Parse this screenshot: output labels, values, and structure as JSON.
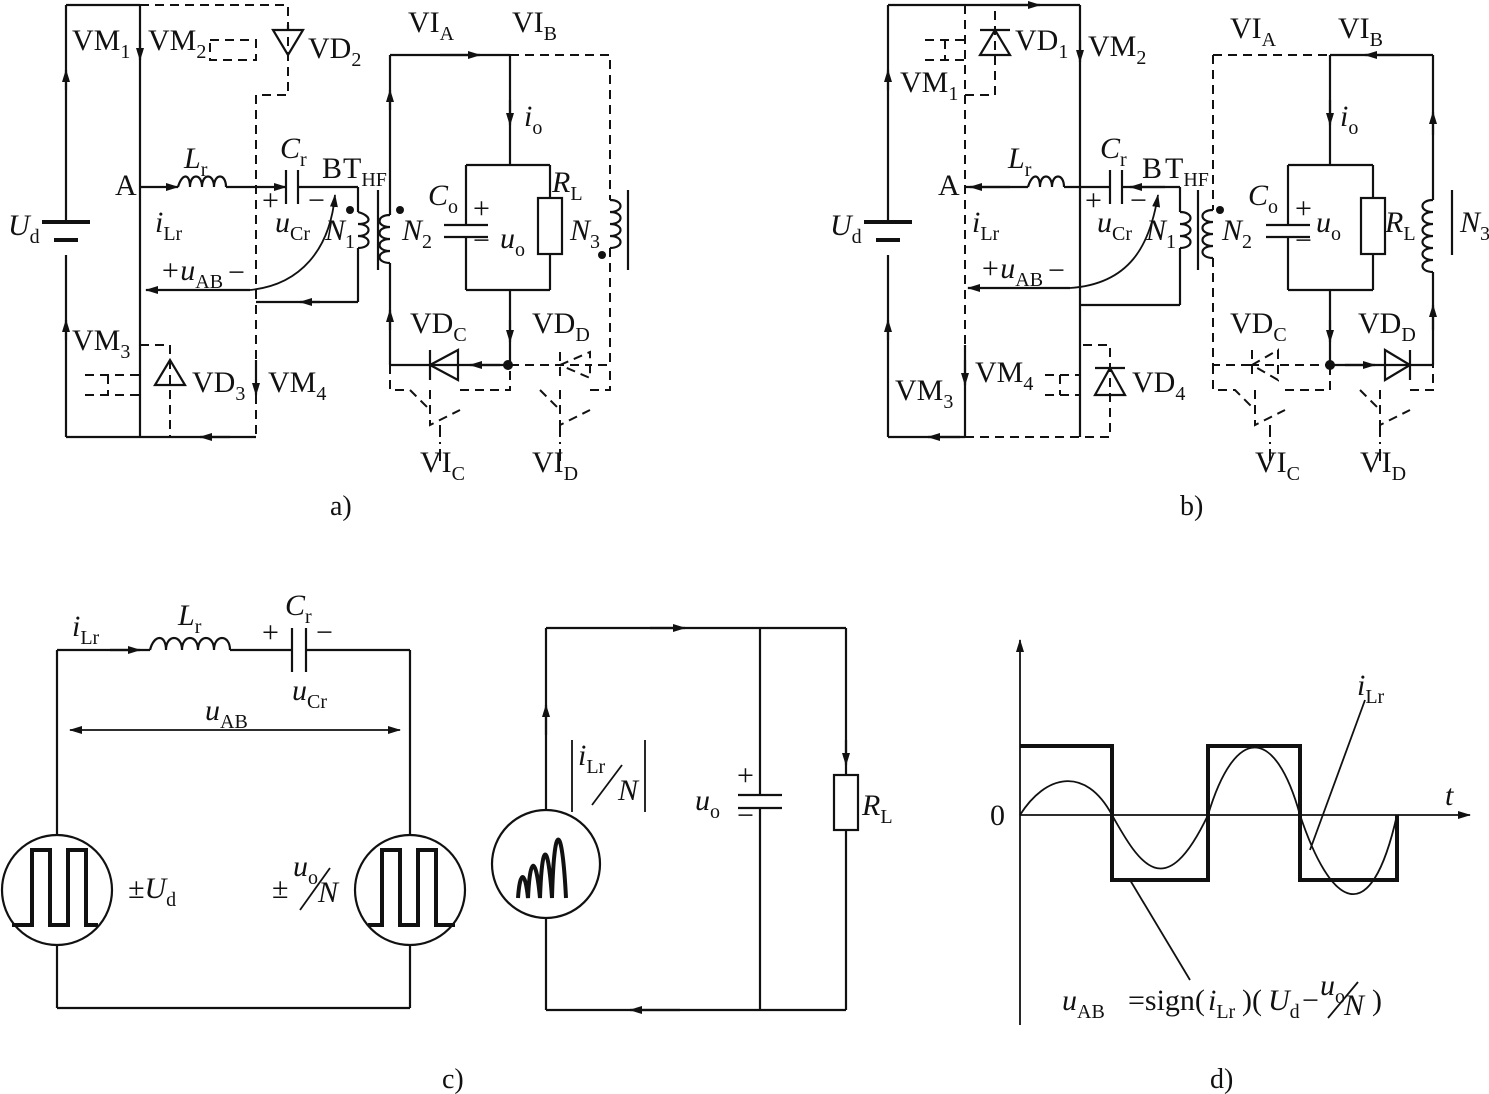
{
  "panels": {
    "a": {
      "caption": "a)",
      "VM1": "VM",
      "VM1_sub": "1",
      "VM2": "VM",
      "VM2_sub": "2",
      "VD2": "VD",
      "VD2_sub": "2",
      "VIA": "VI",
      "VIA_sub": "A",
      "VIB": "VI",
      "VIB_sub": "B",
      "io": "i",
      "io_sub": "o",
      "A": "A",
      "Lr": "L",
      "Lr_sub": "r",
      "Cr": "C",
      "Cr_sub": "r",
      "B": "B",
      "THF": "T",
      "THF_sub": "HF",
      "Co": "C",
      "Co_sub": "o",
      "RL": "R",
      "RL_sub": "L",
      "Ud": "U",
      "Ud_sub": "d",
      "iLr": "i",
      "iLr_sub": "Lr",
      "uCr": "u",
      "uCr_sub": "Cr",
      "N1": "N",
      "N1_sub": "1",
      "N2": "N",
      "N2_sub": "2",
      "N3": "N",
      "N3_sub": "3",
      "uo": "u",
      "uo_sub": "o",
      "uAB": "+u",
      "uAB_sub": "AB",
      "uAB_minus": "−",
      "plus": "+",
      "minus": "−",
      "VM3": "VM",
      "VM3_sub": "3",
      "VD3": "VD",
      "VD3_sub": "3",
      "VM4": "VM",
      "VM4_sub": "4",
      "VDC": "VD",
      "VDC_sub": "C",
      "VDD": "VD",
      "VDD_sub": "D",
      "VIC": "VI",
      "VIC_sub": "C",
      "VID": "VI",
      "VID_sub": "D"
    },
    "b": {
      "caption": "b)",
      "VD1": "VD",
      "VD1_sub": "1",
      "VM1": "VM",
      "VM1_sub": "1",
      "VM2": "VM",
      "VM2_sub": "2",
      "VIA": "VI",
      "VIA_sub": "A",
      "VIB": "VI",
      "VIB_sub": "B",
      "io": "i",
      "io_sub": "o",
      "A": "A",
      "Lr": "L",
      "Lr_sub": "r",
      "Cr": "C",
      "Cr_sub": "r",
      "B": "B",
      "THF": "T",
      "THF_sub": "HF",
      "Co": "C",
      "Co_sub": "o",
      "RL": "R",
      "RL_sub": "L",
      "Ud": "U",
      "Ud_sub": "d",
      "iLr": "i",
      "iLr_sub": "Lr",
      "uCr": "u",
      "uCr_sub": "Cr",
      "N1": "N",
      "N1_sub": "1",
      "N2": "N",
      "N2_sub": "2",
      "N3": "N",
      "N3_sub": "3",
      "uo": "u",
      "uo_sub": "o",
      "uAB": "+u",
      "uAB_sub": "AB",
      "uAB_minus": "−",
      "plus": "+",
      "minus": "−",
      "VM3": "VM",
      "VM3_sub": "3",
      "VM4": "VM",
      "VM4_sub": "4",
      "VD4": "VD",
      "VD4_sub": "4",
      "VDC": "VD",
      "VDC_sub": "C",
      "VDD": "VD",
      "VDD_sub": "D",
      "VIC": "VI",
      "VIC_sub": "C",
      "VID": "VI",
      "VID_sub": "D"
    },
    "c": {
      "caption": "c)",
      "iLr": "i",
      "iLr_sub": "Lr",
      "Lr": "L",
      "Lr_sub": "r",
      "Cr": "C",
      "Cr_sub": "r",
      "plus": "+",
      "minus": "−",
      "uCr": "u",
      "uCr_sub": "Cr",
      "uAB": "u",
      "uAB_sub": "AB",
      "pmUd": "±U",
      "pmUd_sub": "d",
      "pm_uo_N": "±",
      "uo": "u",
      "uo_sub": "o",
      "N": "N",
      "abs_i": "i",
      "abs_i_sub": "Lr",
      "abs_N": "N",
      "uo_cap": "u",
      "uo_cap_sub": "o",
      "RL": "R",
      "RL_sub": "L"
    },
    "d": {
      "caption": "d)",
      "t": "t",
      "zero": "0",
      "iLr": "i",
      "iLr_sub": "Lr",
      "formula_u": "u",
      "formula_u_sub": "AB",
      "formula_eq": "=sign(",
      "formula_i": "i",
      "formula_i_sub": "Lr",
      "formula_mid": ")(",
      "formula_U": "U",
      "formula_U_sub": "d",
      "formula_minus": "−",
      "formula_uo": "u",
      "formula_uo_sub": "o",
      "formula_N": "N",
      "formula_end": ")"
    }
  }
}
